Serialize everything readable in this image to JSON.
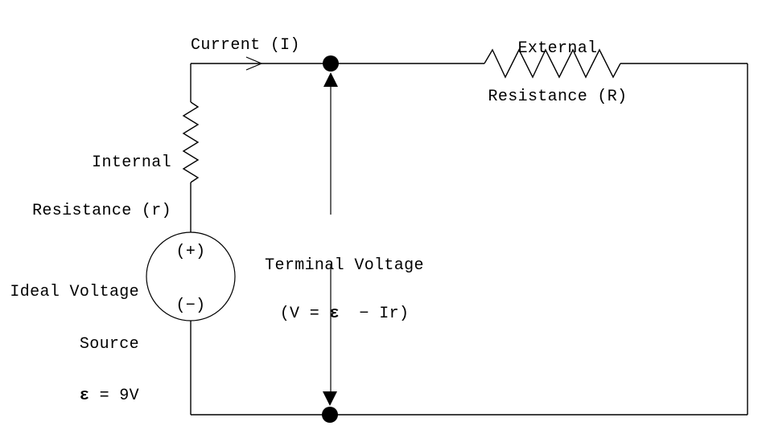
{
  "colors": {
    "background": "#ffffff",
    "ink": "#000000"
  },
  "labels": {
    "current": "Current (I)",
    "external": {
      "line1": "External",
      "line2": "Resistance (R)"
    },
    "internal": {
      "line1": "Internal",
      "line2": "Resistance (r)"
    },
    "source": {
      "line1": "Ideal Voltage",
      "line2": "Source",
      "emf_symbol": "ε",
      "emf_value": " = 9V"
    },
    "terminal": {
      "line1": "Terminal Voltage",
      "formula_pre": "(V = ",
      "formula_emf": "ε",
      "formula_post": "  − Ir)"
    },
    "source_terminals": {
      "plus": "(+)",
      "minus": "(−)"
    }
  }
}
